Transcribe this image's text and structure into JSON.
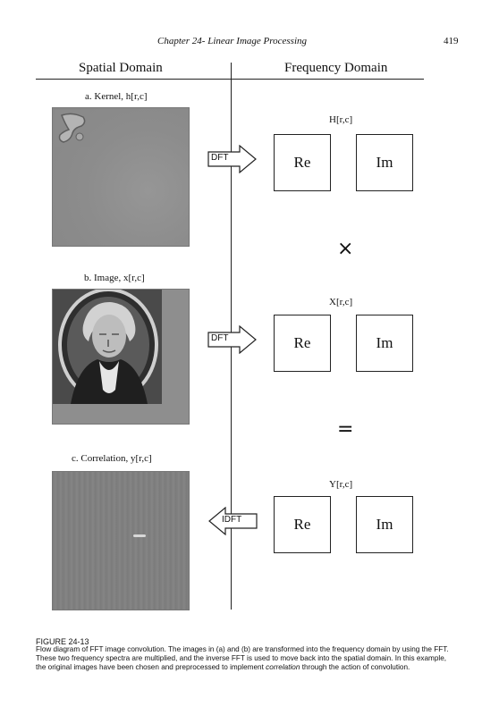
{
  "header": {
    "chapter": "Chapter 24- Linear Image Processing",
    "page_number": "419"
  },
  "columns": {
    "spatial": "Spatial Domain",
    "frequency": "Frequency Domain"
  },
  "rows": [
    {
      "label": "a. Kernel, h[r,c]",
      "freq_label": "H[r,c]",
      "arrow": "DFT",
      "re": "Re",
      "im": "Im"
    },
    {
      "label": "b. Image, x[r,c]",
      "freq_label": "X[r,c]",
      "arrow": "DFT",
      "re": "Re",
      "im": "Im"
    },
    {
      "label": "c. Correlation, y[r,c]",
      "freq_label": "Y[r,c]",
      "arrow": "IDFT",
      "re": "Re",
      "im": "Im"
    }
  ],
  "operators": {
    "multiply": "×",
    "equals": "="
  },
  "figure": {
    "label": "FIGURE 24-13",
    "caption_main": "Flow diagram of FFT image convolution. The images in (a) and (b) are transformed into the frequency domain by using the FFT. These two frequency spectra are multiplied, and the inverse FFT is used to move back into the spatial domain. In this example, the original images have been chosen and preprocessed to implement",
    "caption_emph": "correlation",
    "caption_tail": "through the action of convolution."
  }
}
